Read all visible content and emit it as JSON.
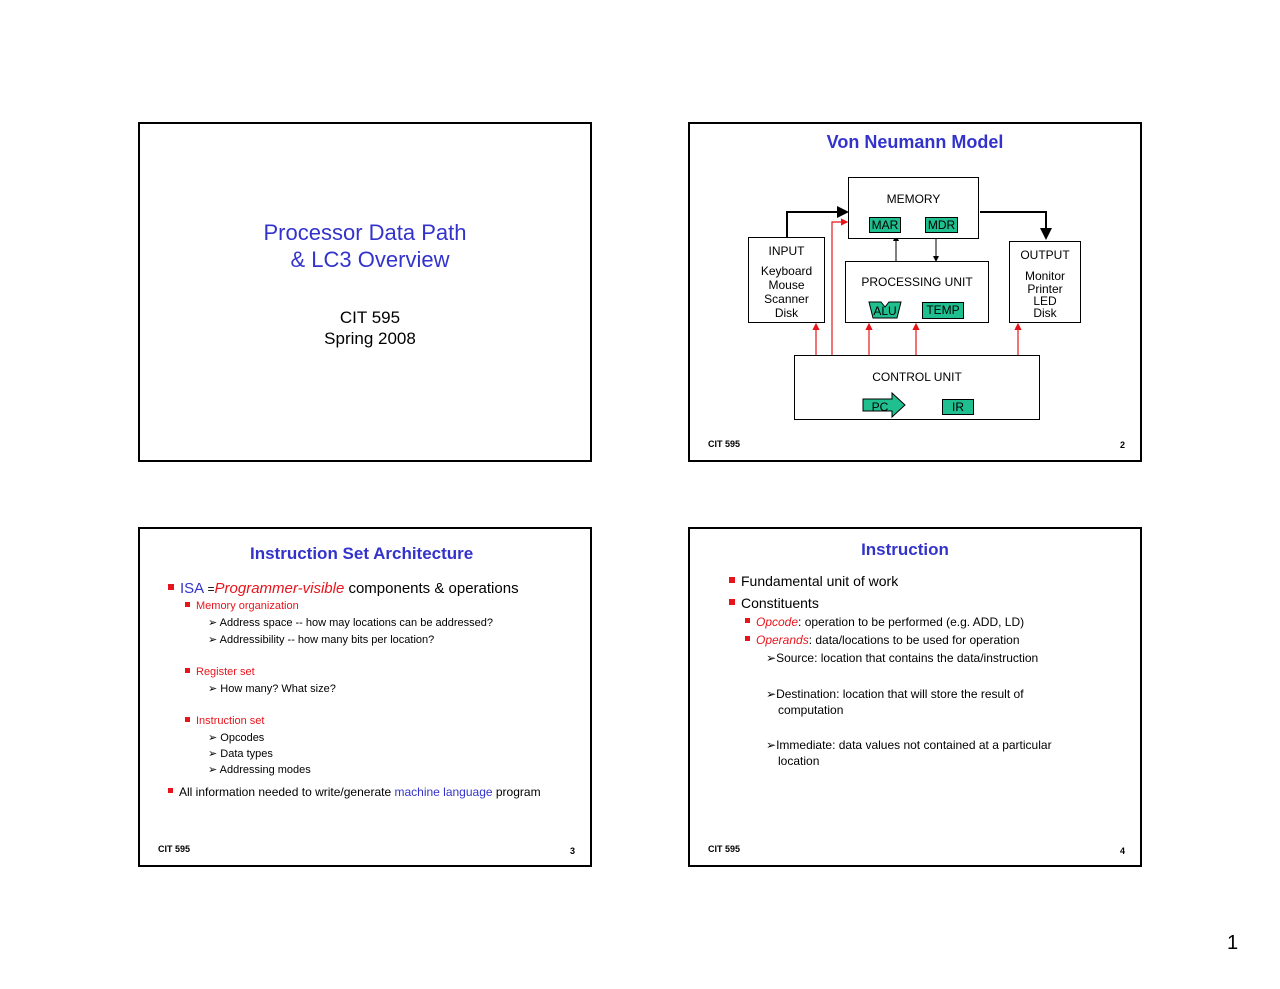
{
  "page_number": "1",
  "slide1": {
    "title_line1": "Processor Data Path",
    "title_line2": "& LC3 Overview",
    "course": "CIT 595",
    "term": "Spring 2008"
  },
  "slide2": {
    "title": "Von Neumann Model",
    "memory": "MEMORY",
    "mar": "MAR",
    "mdr": "MDR",
    "input_title": "INPUT",
    "input_items": [
      "Keyboard",
      "Mouse",
      "Scanner",
      "Disk"
    ],
    "processing": "PROCESSING UNIT",
    "alu": "ALU",
    "temp": "TEMP",
    "output_title": "OUTPUT",
    "output_items": [
      "Monitor",
      "Printer",
      "LED",
      "Disk"
    ],
    "control": "CONTROL UNIT",
    "pc": "PC",
    "ir": "IR",
    "footer_left": "CIT 595",
    "footer_right": "2"
  },
  "slide3": {
    "title": "Instruction Set Architecture",
    "isa_a": "ISA",
    "isa_b": " =",
    "isa_c": "Programmer-visible",
    "isa_d": " components & operations",
    "mem_org": "Memory organization",
    "addr_space": "Address space -- how may locations can be addressed?",
    "addressability": "Addressibility -- how many bits per location?",
    "reg_set": "Register set",
    "how_many": "How many?  What size?",
    "instr_set": "Instruction set",
    "opcodes": "Opcodes",
    "data_types": "Data types",
    "addr_modes": "Addressing modes",
    "all_info_a": "All information needed to write/generate ",
    "all_info_b": "machine language",
    "all_info_c": " program",
    "footer_left": "CIT 595",
    "footer_right": "3"
  },
  "slide4": {
    "title": "Instruction",
    "b1": "Fundamental unit of work",
    "b2": "Constituents",
    "opcode_a": "Opcode",
    "opcode_b": ": operation to be performed (e.g. ADD, LD)",
    "operands_a": "Operands",
    "operands_b": ": data/locations to be used for operation",
    "source": "Source: location that contains the data/instruction",
    "dest1": "Destination: location that will store the result of",
    "dest2": "computation",
    "imm1": "Immediate: data values not contained at a particular",
    "imm2": "location",
    "footer_left": "CIT 595",
    "footer_right": "4"
  }
}
